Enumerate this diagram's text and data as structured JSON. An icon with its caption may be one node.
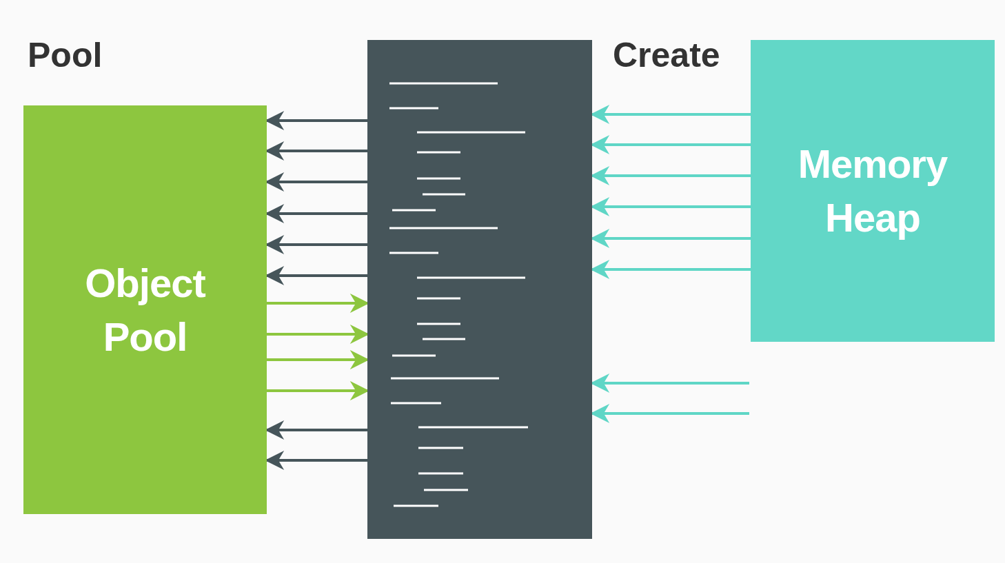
{
  "diagram": {
    "nodes": [
      {
        "text": [
          "Object Pool"
        ]
      },
      {
        "text": [],
        "shape": "box"
      },
      {
        "text": [
          "Memory Heap"
        ]
      }
    ],
    "edges": [
      {
        "from": 1,
        "to": 0,
        "arrow": "to",
        "color": "#46555a"
      },
      {
        "from": 1,
        "to": 0,
        "arrow": "to",
        "color": "#46555a"
      },
      {
        "from": 1,
        "to": 0,
        "arrow": "to",
        "color": "#46555a"
      },
      {
        "from": 1,
        "to": 0,
        "arrow": "to",
        "color": "#46555a"
      },
      {
        "from": 1,
        "to": 0,
        "arrow": "to",
        "color": "#46555a"
      },
      {
        "from": 1,
        "to": 0,
        "arrow": "to",
        "color": "#46555a"
      },
      {
        "from": 0,
        "to": 1,
        "arrow": "to",
        "color": "#8dc63f"
      },
      {
        "from": 0,
        "to": 1,
        "arrow": "to",
        "color": "#8dc63f"
      },
      {
        "from": 0,
        "to": 1,
        "arrow": "to",
        "color": "#8dc63f"
      },
      {
        "from": 0,
        "to": 1,
        "arrow": "to",
        "color": "#8dc63f"
      },
      {
        "from": 1,
        "to": 0,
        "arrow": "to",
        "color": "#46555a"
      },
      {
        "from": 1,
        "to": 0,
        "arrow": "to",
        "color": "#46555a"
      },
      {
        "from": 2,
        "to": 1,
        "arrow": "to",
        "color": "#5fd6c6"
      },
      {
        "from": 2,
        "to": 1,
        "arrow": "to",
        "color": "#5fd6c6"
      },
      {
        "from": 2,
        "to": 1,
        "arrow": "to",
        "color": "#5fd6c6"
      },
      {
        "from": 2,
        "to": 1,
        "arrow": "to",
        "color": "#5fd6c6"
      },
      {
        "from": 2,
        "to": 1,
        "arrow": "to",
        "color": "#5fd6c6"
      },
      {
        "from": 2,
        "to": 1,
        "arrow": "to",
        "color": "#5fd6c6"
      },
      {
        "from": null,
        "to": 1,
        "arrow": "to",
        "color": "#5fd6c6"
      },
      {
        "from": null,
        "to": 1,
        "arrow": "to",
        "color": "#5fd6c6"
      }
    ],
    "labels": [
      "Pool",
      "Create"
    ]
  }
}
